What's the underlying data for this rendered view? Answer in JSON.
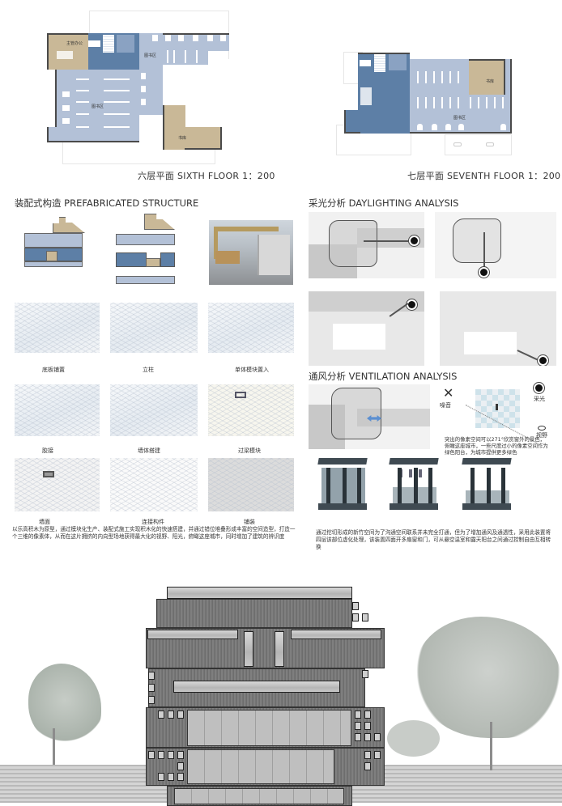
{
  "floor_plans": {
    "sixth": {
      "caption": "六层平面  SIXTH FLOOR 1：200",
      "rooms": {
        "director_office": "主管办公",
        "reading_area_north": "图书区",
        "reading_area_main": "图书区",
        "bookstore": "书库"
      }
    },
    "seventh": {
      "caption": "七层平面  SEVENTH FLOOR 1：200",
      "rooms": {
        "reading_area": "图书区",
        "bookstore": "书库"
      }
    },
    "colors": {
      "light_blue": "#b3c1d7",
      "dark_blue": "#5d7fa6",
      "tan": "#c9b897",
      "wall": "#4a4a4a"
    }
  },
  "prefab": {
    "title": "装配式构造 PREFABRICATED STRUCTURE",
    "steps": [
      {
        "label": "底板铺置"
      },
      {
        "label": "立柱"
      },
      {
        "label": "单体模块置入"
      },
      {
        "label": "胶接"
      },
      {
        "label": "墙体搭建"
      },
      {
        "label": "过梁模块"
      },
      {
        "label": "墙面"
      },
      {
        "label": "连接构件"
      },
      {
        "label": "铺装"
      }
    ],
    "description": "以乐高积木为原型，通过模块化生产、装配式施工实现积木化的快速搭建，并通过错位堆叠形成丰富的空间造型，打造一个三维的像素体，从而在这片拥挤的内向型场地获得最大化的视野、阳光，俯瞰这座城市，同时增加了建筑的辨识度"
  },
  "daylighting": {
    "title": "采光分析  DAYLIGHTING ANALYSIS"
  },
  "ventilation": {
    "title": "通风分析 VENTILATION ANALYSIS",
    "legend": {
      "noise": "噪音",
      "daylight": "采光",
      "view": "视野"
    },
    "pixel_note": "突出的像素空间可以271°欣赏窗外的景色，俯瞰这座城市，一些尺度过小的像素空间作为绿色阳台，为城市提供更多绿色",
    "description": "通过挖切形成的新竹空间为了沟通空间联系并未完全打通，但为了增加通风及通透性，采用此装置将四层该部位虚化处理，该装置四面开多扇窗和门，可从悬空温室和露天阳台之间通过控制自由互相转换"
  }
}
